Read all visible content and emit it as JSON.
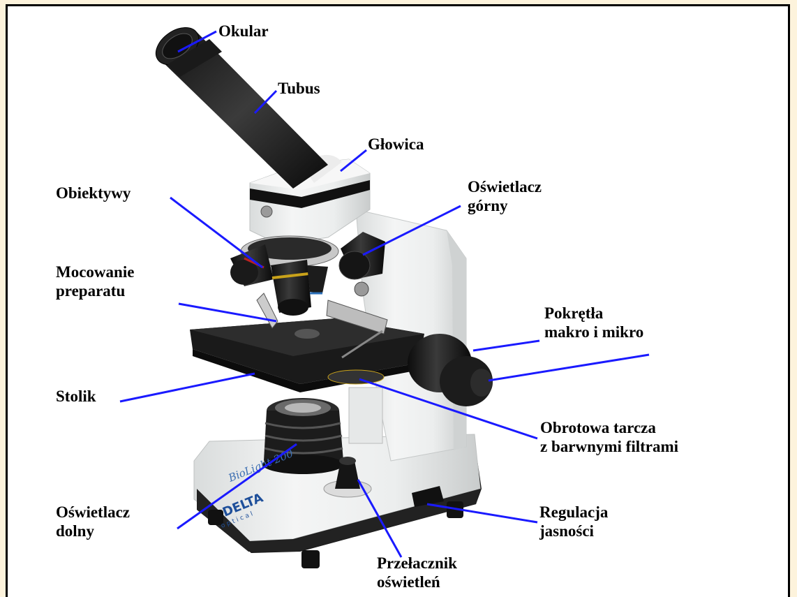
{
  "colors": {
    "leader_line": "#1a1aff",
    "page_bg": "#fdf3dc",
    "frame": "#000000"
  },
  "brand": {
    "model": "BioLight 200",
    "maker": "DELTA",
    "maker_sub": "optical"
  },
  "labels": {
    "okular": "Okular",
    "tubus": "Tubus",
    "glowica": "Głowica",
    "obiektywy": "Obiektywy",
    "oswietlacz_gorny_1": "Oświetlacz",
    "oswietlacz_gorny_2": "górny",
    "mocowanie_1": "Mocowanie",
    "mocowanie_2": "preparatu",
    "pokretla_1": "Pokrętła",
    "pokretla_2": "makro i mikro",
    "stolik": "Stolik",
    "tarcza_1": "Obrotowa tarcza",
    "tarcza_2": "z barwnymi filtrami",
    "oswietlacz_dolny_1": "Oświetlacz",
    "oswietlacz_dolny_2": "dolny",
    "regulacja_1": "Regulacja",
    "regulacja_2": "jasności",
    "przelacznik_1": "Przełacznik",
    "przelacznik_2": "oświetleń"
  }
}
